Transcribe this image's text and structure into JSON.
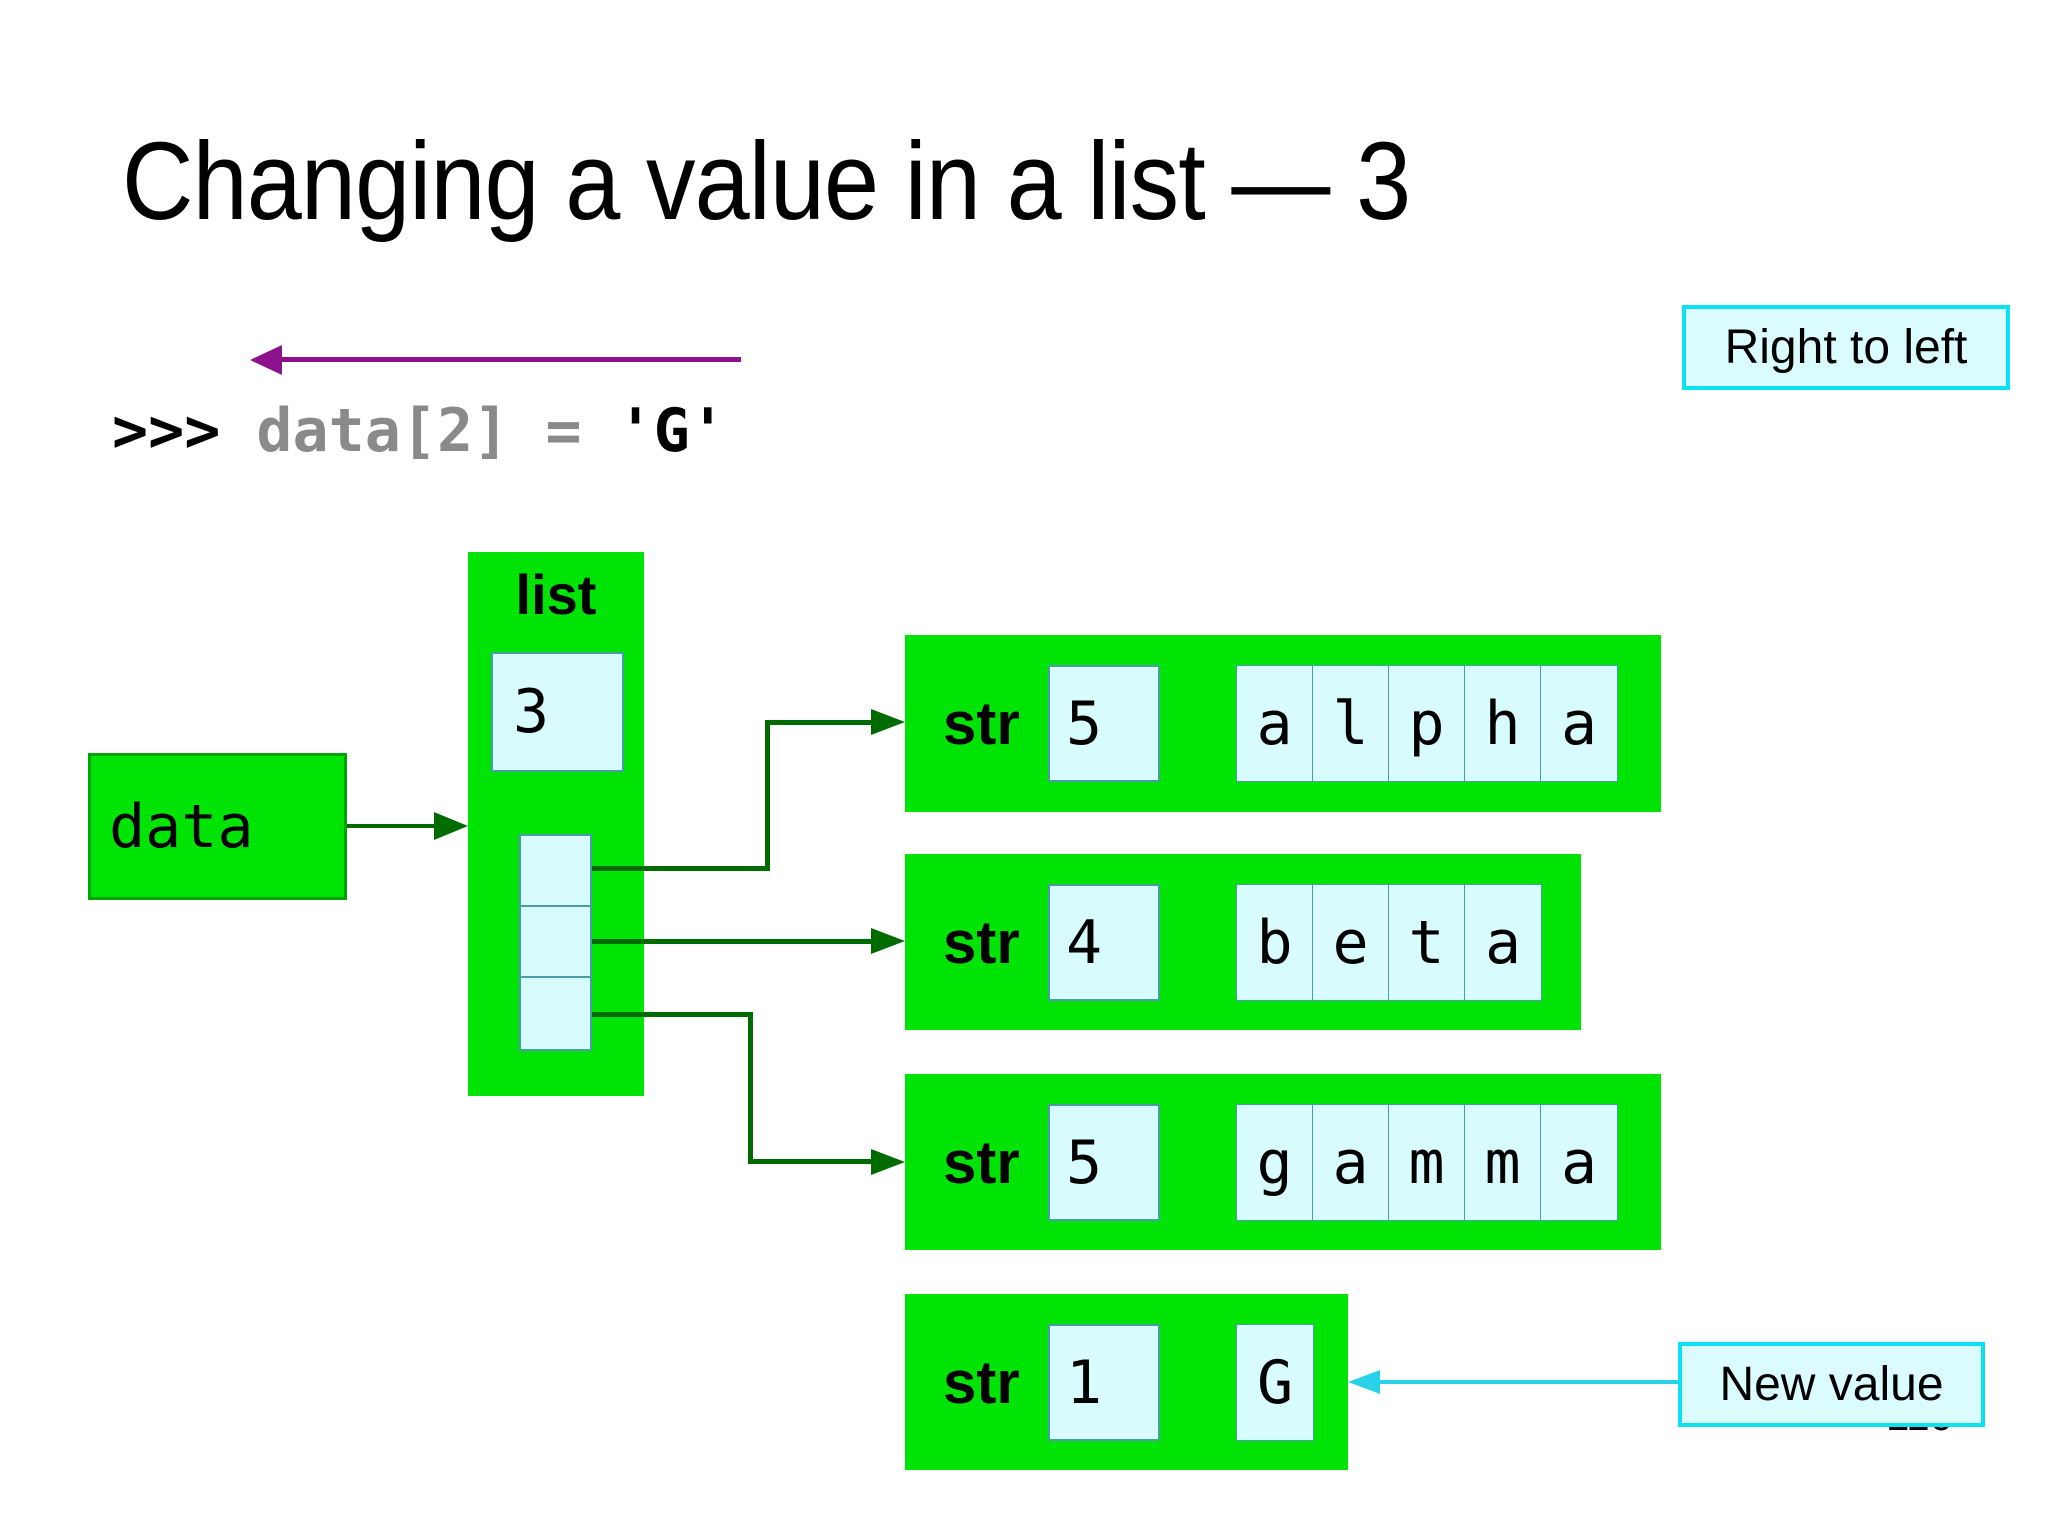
{
  "slide": {
    "title": "Changing a value in a list — 3",
    "page_number": "110"
  },
  "code_line": {
    "prompt": ">>>",
    "statement": "data[2] =",
    "value": "'G'"
  },
  "callouts": {
    "right_to_left": "Right to left",
    "new_value": "New value"
  },
  "diagram": {
    "variable_label": "data",
    "list": {
      "type_label": "list",
      "length": "3",
      "slot_count": 3
    },
    "strings": [
      {
        "type_label": "str",
        "length": "5",
        "chars": [
          "a",
          "l",
          "p",
          "h",
          "a"
        ]
      },
      {
        "type_label": "str",
        "length": "4",
        "chars": [
          "b",
          "e",
          "t",
          "a"
        ]
      },
      {
        "type_label": "str",
        "length": "5",
        "chars": [
          "g",
          "a",
          "m",
          "m",
          "a"
        ]
      },
      {
        "type_label": "str",
        "length": "1",
        "chars": [
          "G"
        ]
      }
    ]
  },
  "colors": {
    "object_green": "#00e405",
    "object_border_green": "#00a300",
    "arrow_green": "#006b00",
    "cell_fill": "#d8fbfd",
    "cell_border": "#499ea6",
    "callout_fill": "#dbfcfe",
    "callout_border": "#0ce1f2",
    "cyan_arrow": "#2ad2e9",
    "purple_arrow": "#8c118c",
    "code_gray": "#8a8a8a"
  }
}
